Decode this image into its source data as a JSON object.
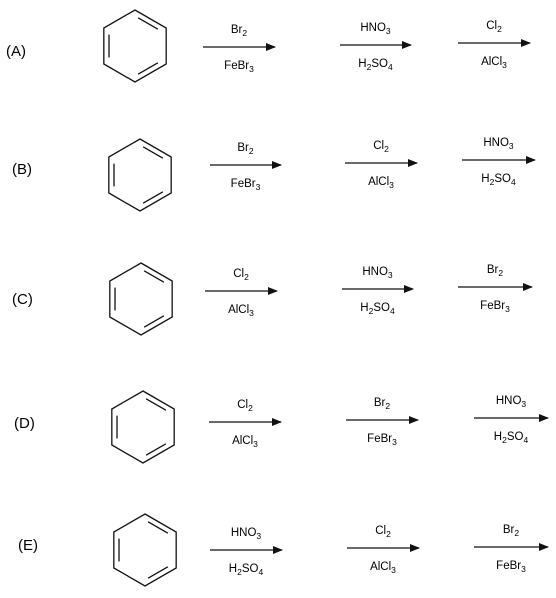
{
  "options": [
    {
      "label": "(A)",
      "steps": [
        {
          "above": [
            [
              "Br",
              ""
            ],
            [
              "2",
              "sub"
            ]
          ],
          "below": [
            [
              "FeBr",
              ""
            ],
            [
              "3",
              "sub"
            ]
          ]
        },
        {
          "above": [
            [
              "HNO",
              ""
            ],
            [
              "3",
              "sub"
            ]
          ],
          "below": [
            [
              "H",
              ""
            ],
            [
              "2",
              "sub"
            ],
            [
              "SO",
              ""
            ],
            [
              "4",
              "sub"
            ]
          ]
        },
        {
          "above": [
            [
              "Cl",
              ""
            ],
            [
              "2",
              "sub"
            ]
          ],
          "below": [
            [
              "AlCl",
              ""
            ],
            [
              "3",
              "sub"
            ]
          ]
        }
      ]
    },
    {
      "label": "(B)",
      "steps": [
        {
          "above": [
            [
              "Br",
              ""
            ],
            [
              "2",
              "sub"
            ]
          ],
          "below": [
            [
              "FeBr",
              ""
            ],
            [
              "3",
              "sub"
            ]
          ]
        },
        {
          "above": [
            [
              "Cl",
              ""
            ],
            [
              "2",
              "sub"
            ]
          ],
          "below": [
            [
              "AlCl",
              ""
            ],
            [
              "3",
              "sub"
            ]
          ]
        },
        {
          "above": [
            [
              "HNO",
              ""
            ],
            [
              "3",
              "sub"
            ]
          ],
          "below": [
            [
              "H",
              ""
            ],
            [
              "2",
              "sub"
            ],
            [
              "SO",
              ""
            ],
            [
              "4",
              "sub"
            ]
          ]
        }
      ]
    },
    {
      "label": "(C)",
      "steps": [
        {
          "above": [
            [
              "Cl",
              ""
            ],
            [
              "2",
              "sub"
            ]
          ],
          "below": [
            [
              "AlCl",
              ""
            ],
            [
              "3",
              "sub"
            ]
          ]
        },
        {
          "above": [
            [
              "HNO",
              ""
            ],
            [
              "3",
              "sub"
            ]
          ],
          "below": [
            [
              "H",
              ""
            ],
            [
              "2",
              "sub"
            ],
            [
              "SO",
              ""
            ],
            [
              "4",
              "sub"
            ]
          ]
        },
        {
          "above": [
            [
              "Br",
              ""
            ],
            [
              "2",
              "sub"
            ]
          ],
          "below": [
            [
              "FeBr",
              ""
            ],
            [
              "3",
              "sub"
            ]
          ]
        }
      ]
    },
    {
      "label": "(D)",
      "steps": [
        {
          "above": [
            [
              "Cl",
              ""
            ],
            [
              "2",
              "sub"
            ]
          ],
          "below": [
            [
              "AlCl",
              ""
            ],
            [
              "3",
              "sub"
            ]
          ]
        },
        {
          "above": [
            [
              "Br",
              ""
            ],
            [
              "2",
              "sub"
            ]
          ],
          "below": [
            [
              "FeBr",
              ""
            ],
            [
              "3",
              "sub"
            ]
          ]
        },
        {
          "above": [
            [
              "HNO",
              ""
            ],
            [
              "3",
              "sub"
            ]
          ],
          "below": [
            [
              "H",
              ""
            ],
            [
              "2",
              "sub"
            ],
            [
              "SO",
              ""
            ],
            [
              "4",
              "sub"
            ]
          ]
        }
      ]
    },
    {
      "label": "(E)",
      "steps": [
        {
          "above": [
            [
              "HNO",
              ""
            ],
            [
              "3",
              "sub"
            ]
          ],
          "below": [
            [
              "H",
              ""
            ],
            [
              "2",
              "sub"
            ],
            [
              "SO",
              ""
            ],
            [
              "4",
              "sub"
            ]
          ]
        },
        {
          "above": [
            [
              "Cl",
              ""
            ],
            [
              "2",
              "sub"
            ]
          ],
          "below": [
            [
              "AlCl",
              ""
            ],
            [
              "3",
              "sub"
            ]
          ]
        },
        {
          "above": [
            [
              "Br",
              ""
            ],
            [
              "2",
              "sub"
            ]
          ],
          "below": [
            [
              "FeBr",
              ""
            ],
            [
              "3",
              "sub"
            ]
          ]
        }
      ]
    }
  ]
}
